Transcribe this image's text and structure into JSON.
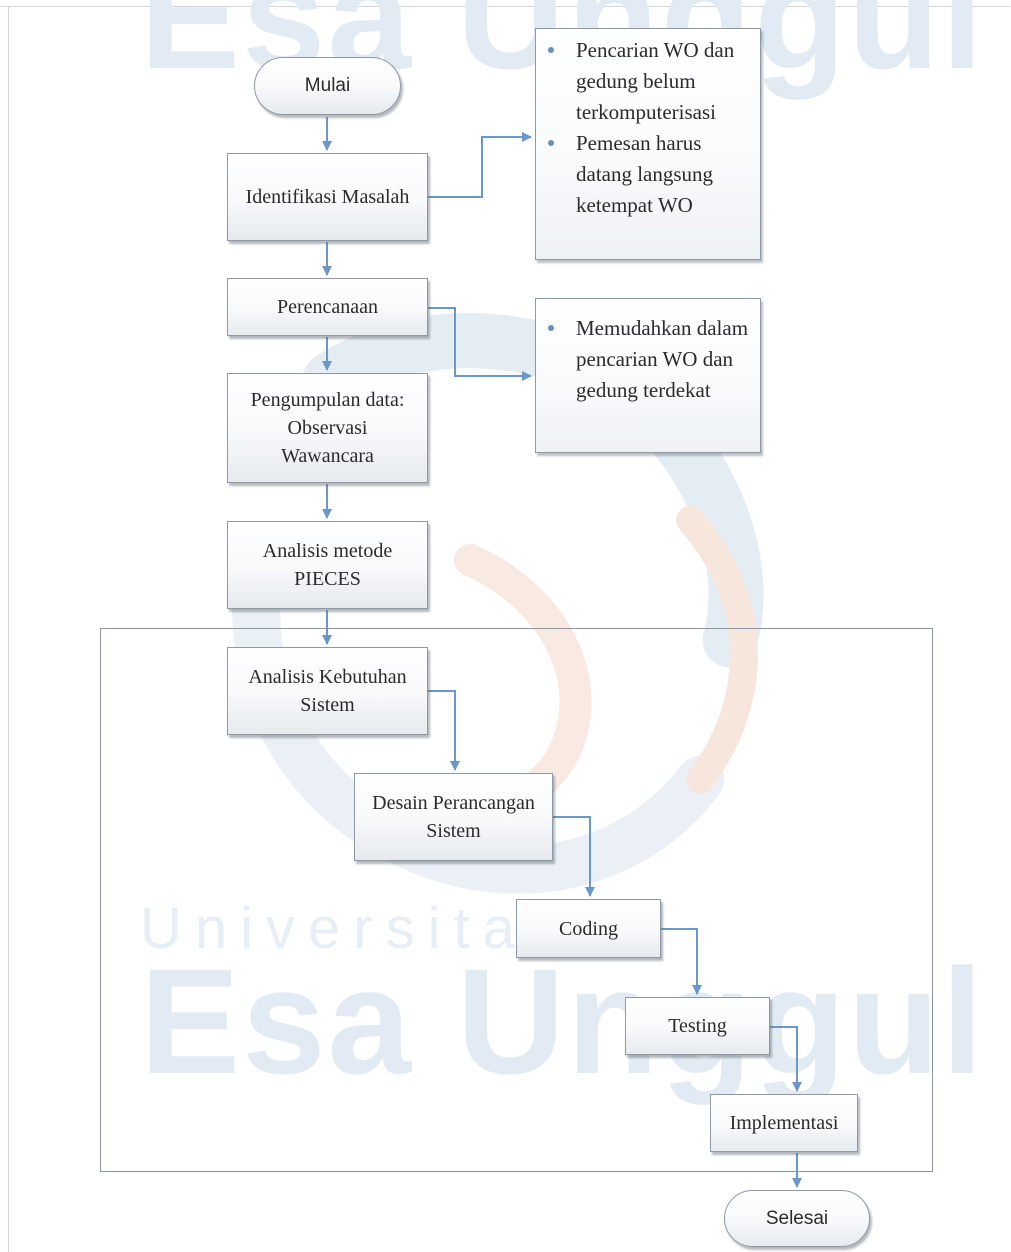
{
  "colors": {
    "arrow": "#6b98c8",
    "border": "#8d99a6",
    "watermark": "#e2ebf3"
  },
  "watermark": {
    "top_text": "Esa Unggul",
    "univ_text": "Universitas",
    "bottom_text": "Esa Unggul"
  },
  "diagram": {
    "start": "Mulai",
    "identifikasi": "Identifikasi Masalah",
    "perencanaan": "Perencanaan",
    "pengumpulan": {
      "line1": "Pengumpulan data:",
      "line2": "Observasi",
      "line3": "Wawancara"
    },
    "analisis_pieces": {
      "line1": "Analisis metode",
      "line2": "PIECES"
    },
    "analisis_kebutuhan": {
      "line1": "Analisis Kebutuhan",
      "line2": "Sistem"
    },
    "desain": {
      "line1": "Desain Perancangan",
      "line2": "Sistem"
    },
    "coding": "Coding",
    "testing": "Testing",
    "implementasi": "Implementasi",
    "end": "Selesai",
    "note_problems": [
      "Pencarian WO dan gedung belum terkomputerisasi",
      "Pemesan harus datang langsung ketempat WO"
    ],
    "note_plan": [
      "Memudahkan dalam pencarian WO dan gedung terdekat"
    ]
  }
}
